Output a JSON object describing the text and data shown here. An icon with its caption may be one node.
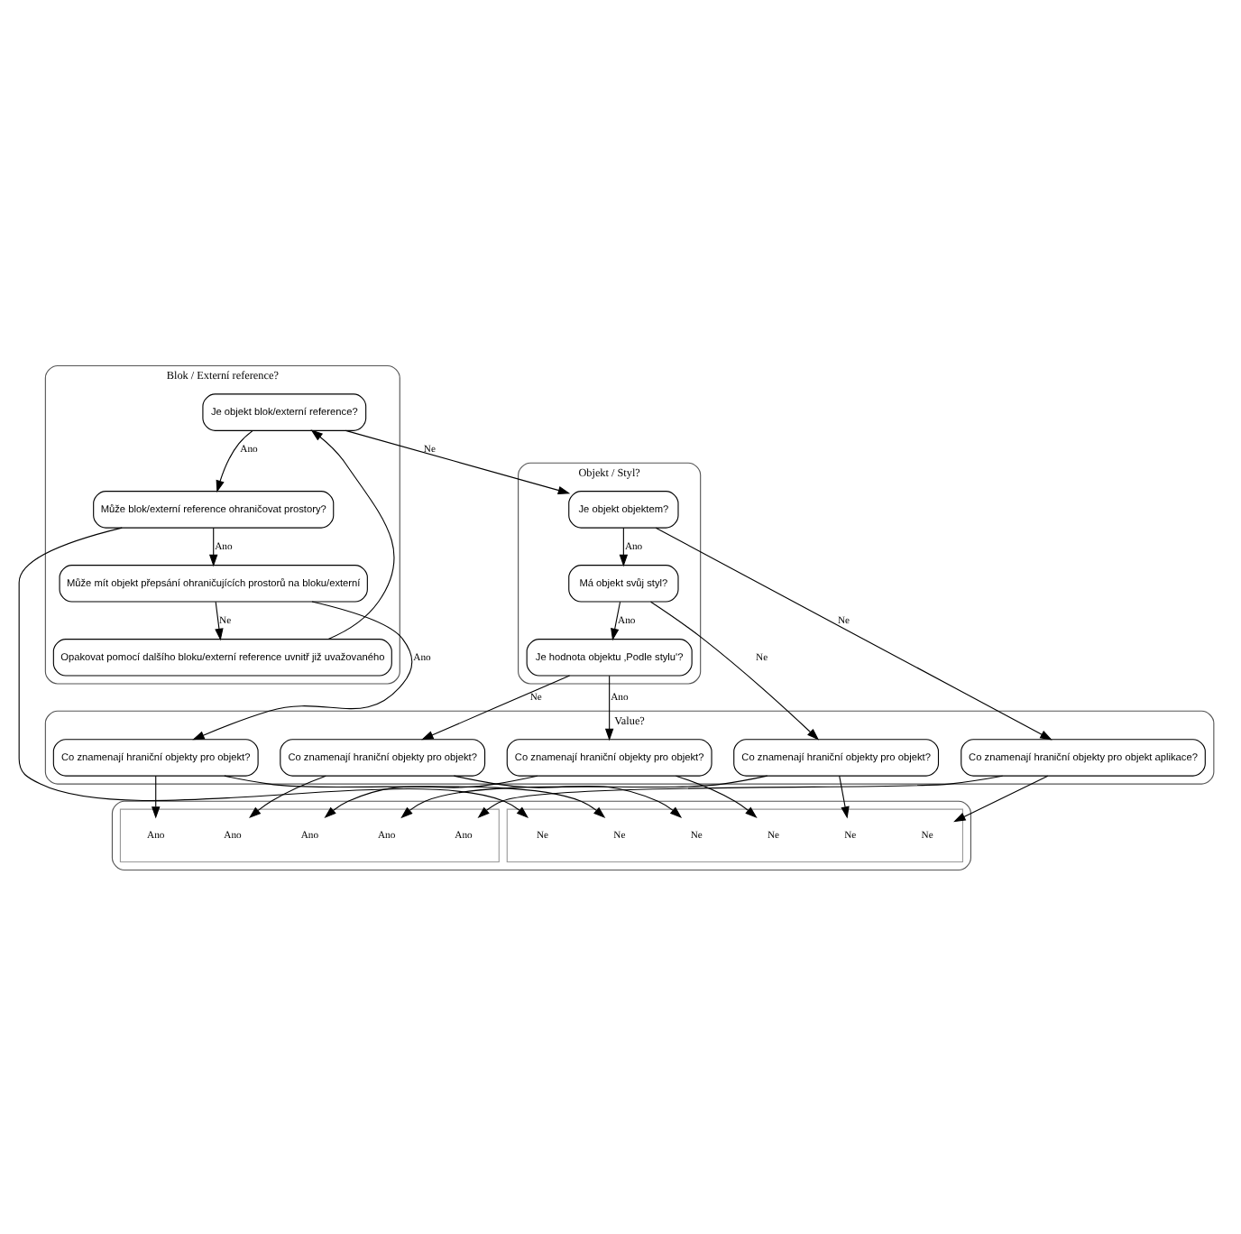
{
  "diagram": {
    "nodes": [
      {
        "text": [
          "Blok / Externí reference?"
        ]
      },
      {
        "text": [
          "Je objekt blok/externí reference?"
        ],
        "in": 0
      },
      {
        "text": [
          "Může blok/externí reference ohraničovat prostory?"
        ],
        "in": 0
      },
      {
        "text": [
          "Může mít objekt přepsání ohraničujících prostorů na bloku/externí"
        ],
        "in": 0
      },
      {
        "text": [
          "Opakovat pomocí dalšího bloku/externí reference uvnitř již uvažovaného"
        ],
        "in": 0
      },
      {
        "text": [
          "Objekt / Styl?"
        ]
      },
      {
        "text": [
          "Je objekt objektem?"
        ],
        "in": 5
      },
      {
        "text": [
          "Má objekt svůj styl?"
        ],
        "in": 5
      },
      {
        "text": [
          "Je hodnota objektu ‚Podle stylu'?"
        ],
        "in": 5
      },
      {
        "text": [
          "Value?"
        ]
      },
      {
        "text": [
          "Co znamenají hraniční objekty pro objekt aplikace?"
        ],
        "in": 9
      },
      {
        "text": [
          "Co znamenají hraniční objekty pro objekt?"
        ],
        "in": 9
      },
      {
        "text": [
          "Co znamenají hraniční objekty pro objekt?"
        ],
        "in": 9
      },
      {
        "text": [
          "Co znamenají hraniční objekty pro objekt?"
        ],
        "in": 9
      },
      {
        "text": [
          "Co znamenají hraniční objekty pro objekt?"
        ],
        "in": 9
      },
      {
        "text": [],
        "shape": "box"
      },
      {
        "text": [],
        "shape": "box",
        "in": 15
      },
      {
        "text": [
          "Ne"
        ],
        "in": 16
      },
      {
        "text": [
          "Ne"
        ],
        "in": 16
      },
      {
        "text": [
          "Ne"
        ],
        "in": 16
      },
      {
        "text": [
          "Ne"
        ],
        "in": 16
      },
      {
        "text": [
          "Ne"
        ],
        "in": 16
      },
      {
        "text": [
          "Ne"
        ],
        "in": 16
      },
      {
        "text": [],
        "shape": "box",
        "in": 15
      },
      {
        "text": [
          "Ano"
        ],
        "in": 23
      },
      {
        "text": [
          "Ano"
        ],
        "in": 23
      },
      {
        "text": [
          "Ano"
        ],
        "in": 23
      },
      {
        "text": [
          "Ano"
        ],
        "in": 23
      },
      {
        "text": [
          "Ano"
        ],
        "in": 23
      }
    ],
    "edges": [
      {
        "from": 1,
        "to": 6,
        "arrow": "to",
        "label": "Ne"
      },
      {
        "from": 1,
        "to": 2,
        "arrow": "to",
        "label": "Ano"
      },
      {
        "from": 2,
        "to": 3,
        "arrow": "to",
        "label": "Ano"
      },
      {
        "from": 3,
        "to": 4,
        "arrow": "to",
        "label": "Ne"
      },
      {
        "from": 4,
        "to": 1,
        "arrow": "to"
      },
      {
        "from": 6,
        "to": 10,
        "arrow": "to",
        "label": "Ne"
      },
      {
        "from": 6,
        "to": 7,
        "arrow": "to",
        "label": "Ano"
      },
      {
        "from": 7,
        "to": 11,
        "arrow": "to",
        "label": "Ne"
      },
      {
        "from": 7,
        "to": 8,
        "arrow": "to",
        "label": "Ano"
      },
      {
        "from": 8,
        "to": 12,
        "arrow": "to",
        "label": "Ne"
      },
      {
        "from": 8,
        "to": 13,
        "arrow": "to",
        "label": "Ano"
      },
      {
        "from": 2,
        "to": 21,
        "arrow": "to"
      },
      {
        "from": 3,
        "to": 14,
        "arrow": "to",
        "label": "Ano"
      },
      {
        "from": 10,
        "to": 24,
        "arrow": "to"
      },
      {
        "from": 10,
        "to": 17,
        "arrow": "to"
      },
      {
        "from": 11,
        "to": 25,
        "arrow": "to"
      },
      {
        "from": 11,
        "to": 18,
        "arrow": "to"
      },
      {
        "from": 12,
        "to": 26,
        "arrow": "to"
      },
      {
        "from": 12,
        "to": 19,
        "arrow": "to"
      },
      {
        "from": 13,
        "to": 27,
        "arrow": "to"
      },
      {
        "from": 13,
        "to": 20,
        "arrow": "to"
      },
      {
        "from": 14,
        "to": 28,
        "arrow": "to"
      },
      {
        "from": 14,
        "to": 22,
        "arrow": "to"
      }
    ]
  }
}
